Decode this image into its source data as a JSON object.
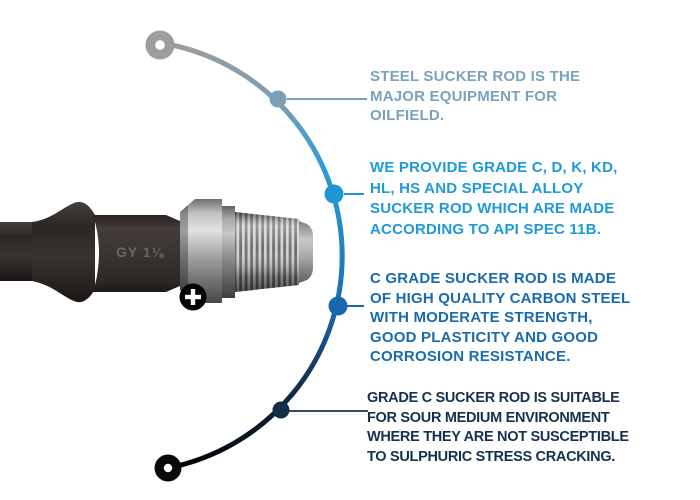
{
  "page": {
    "background": "#ffffff",
    "subject": "steel sucker rod infographic"
  },
  "photo": {
    "marking": "GY 1⅛",
    "plus_icon": "+"
  },
  "diagram": {
    "arc_gradient": [
      "#9d9d9d",
      "#7e9db6",
      "#2d9bd7",
      "#1f85c5",
      "#1a6bad",
      "#14304f",
      "#000000"
    ],
    "nodes": [
      {
        "color": "#7e9db6"
      },
      {
        "color": "#2196d4"
      },
      {
        "color": "#1a67a9"
      },
      {
        "color": "#142c46"
      }
    ],
    "connectors": [
      {
        "color": "#7e9db6"
      },
      {
        "color": "#2196d4"
      },
      {
        "color": "#1a67a9"
      },
      {
        "color": "#16304d"
      }
    ],
    "start_dot_color": "#9d9d9d",
    "end_dot_color": "#0a0a0a"
  },
  "annotations": [
    {
      "color": "#7aa2bd",
      "text": "STEEL SUCKER ROD IS THE\nMAJOR EQUIPMENT FOR\nOILFIELD."
    },
    {
      "color": "#1d9ad7",
      "text": "WE PROVIDE GRADE C, D, K, KD,\nHL, HS AND SPECIAL ALLOY\nSUCKER ROD WHICH ARE MADE\nACCORDING TO API SPEC 11B."
    },
    {
      "color": "#1a6bad",
      "text": "C GRADE SUCKER ROD IS MADE\nOF HIGH QUALITY CARBON STEEL\nWITH MODERATE STRENGTH,\nGOOD PLASTICITY AND GOOD\nCORROSION RESISTANCE."
    },
    {
      "color": "#16304d",
      "text": "GRADE C SUCKER ROD IS SUITABLE\nFOR SOUR MEDIUM ENVIRONMENT\nWHERE THEY ARE NOT SUSCEPTIBLE\nTO SULPHURIC STRESS CRACKING."
    }
  ]
}
